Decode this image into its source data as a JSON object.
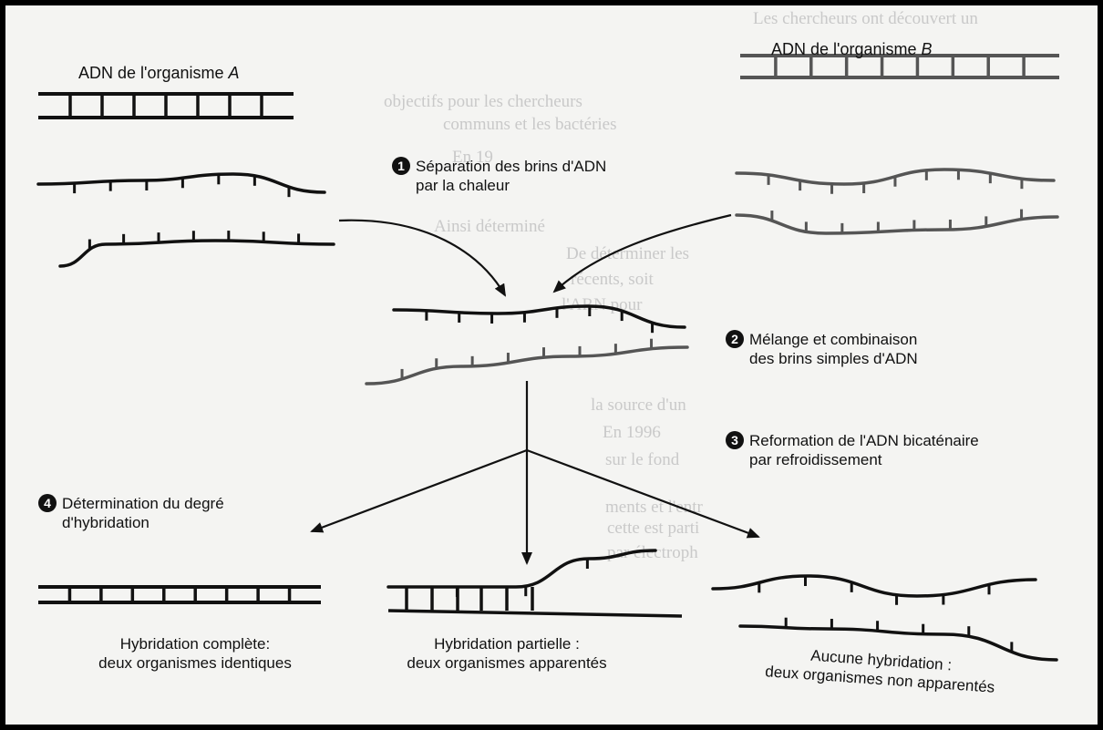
{
  "organism_a_label": "ADN de l'organisme A",
  "organism_b_label": "ADN de l'organisme B",
  "steps": [
    {
      "number": "1",
      "text": "Séparation des brins d'ADN\npar la chaleur"
    },
    {
      "number": "2",
      "text": "Mélange et combinaison\ndes brins simples d'ADN"
    },
    {
      "number": "3",
      "text": "Reformation de l'ADN bicaténaire\npar refroidissement"
    },
    {
      "number": "4",
      "text": "Détermination du degré\nd'hybridation"
    }
  ],
  "outcomes": [
    {
      "line1": "Hybridation complète:",
      "line2": "deux organismes identiques"
    },
    {
      "line1": "Hybridation partielle :",
      "line2": "deux organismes apparentés"
    },
    {
      "line1": "Aucune hybridation :",
      "line2": "deux organismes non apparentés"
    }
  ],
  "colors": {
    "strand_a": "#111111",
    "strand_b": "#555555",
    "arrow": "#111111",
    "border": "#000000"
  }
}
